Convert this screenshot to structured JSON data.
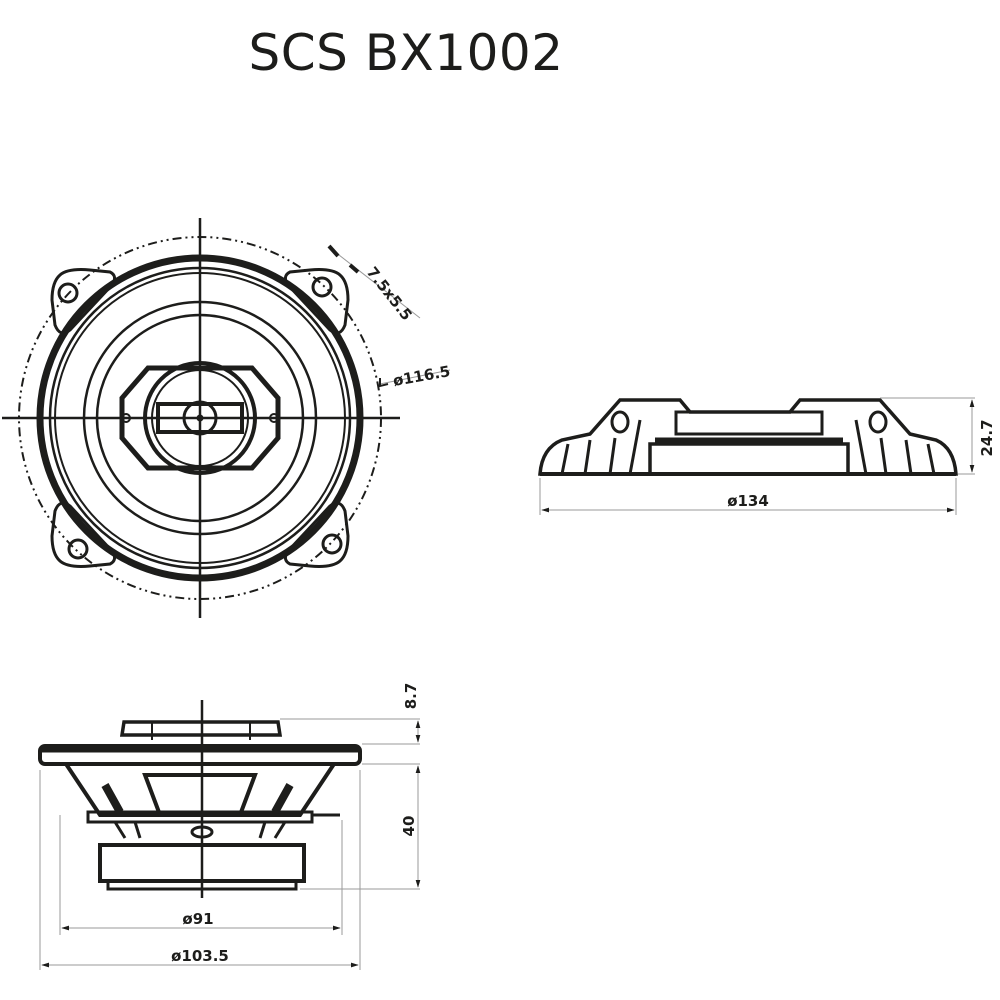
{
  "title": "SCS BX1002",
  "colors": {
    "line": "#1d1d1b",
    "dim_line": "#9a9a9a",
    "background": "#ffffff"
  },
  "views": {
    "front": {
      "label": "front-view",
      "dimensions": {
        "mount_hole": "7.5x5.5",
        "mount_circle": "ø116.5"
      }
    },
    "top_side": {
      "label": "side-profile-view",
      "dimensions": {
        "width": "ø134",
        "height": "24.7"
      }
    },
    "side": {
      "label": "side-section-view",
      "dimensions": {
        "tweeter_height": "8.7",
        "depth": "40",
        "cutout": "ø91",
        "basket": "ø103.5"
      }
    }
  }
}
